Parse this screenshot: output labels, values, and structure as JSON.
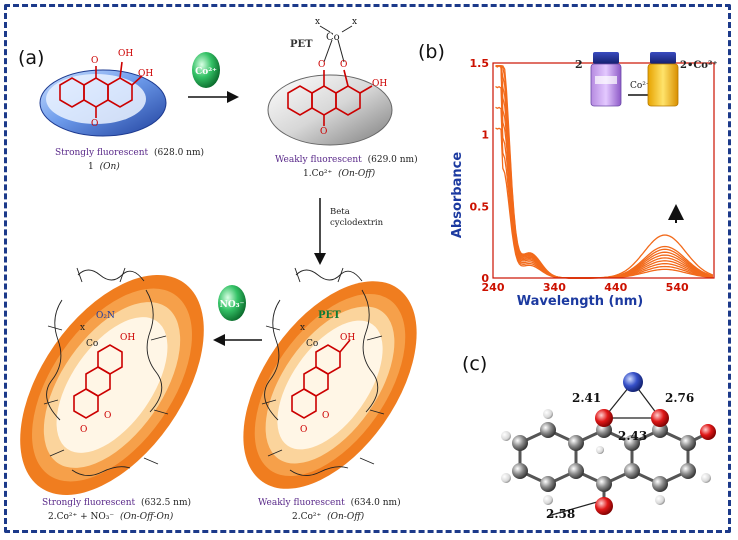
{
  "panels": {
    "a": "(a)",
    "b": "(b)",
    "c": "(c)"
  },
  "scheme": {
    "molecule1": {
      "caption_main": "Strongly fluorescent",
      "caption_nm": "(628.0 nm)",
      "label_num": "1",
      "label_state": "(On)",
      "oh_top": "OH",
      "oh_side": "OH"
    },
    "reagent_co": "Co²⁺",
    "molecule1co": {
      "caption_main": "Weakly fluorescent",
      "caption_nm": "(629.0 nm)",
      "label_num": "1.Co²⁺",
      "label_state": "(On-Off)",
      "pet": "PET",
      "x_left": "x",
      "x_right": "x",
      "co": "Co"
    },
    "beta_step": {
      "line1": "Beta",
      "line2": "cyclodextrin"
    },
    "complex2co": {
      "caption_main": "Weakly fluorescent",
      "caption_nm": "(634.0 nm)",
      "label_num": "2.Co²⁺",
      "label_state": "(On-Off)",
      "pet": "PET"
    },
    "reagent_no3": "NO₃⁻",
    "complex_no3": {
      "caption_main": "Strongly fluorescent",
      "caption_nm": "(632.5 nm)",
      "label_num": "2.Co²⁺ + NO₃⁻",
      "label_state": "(On-Off-On)",
      "o2n": "O₂N"
    }
  },
  "inset": {
    "vial_left": "2",
    "vial_arrow_label": "Co²⁺",
    "vial_right": "2•Co²⁺"
  },
  "structure_c": {
    "d1": "2.41",
    "d2": "2.76",
    "d3": "2.43",
    "d4": "2.58"
  },
  "chart_data": {
    "type": "line",
    "title": "",
    "xlabel": "Wavelength (nm)",
    "ylabel": "Absorbance",
    "xlim": [
      240,
      600
    ],
    "ylim": [
      0,
      1.5
    ],
    "xticks": [
      "240",
      "340",
      "440",
      "540"
    ],
    "yticks": [
      "0",
      "0.5",
      "1",
      "1.5"
    ],
    "series_count": 10,
    "peak1_nm": 256,
    "peak2_nm": 520,
    "peak1_values": [
      0.72,
      0.82,
      0.92,
      1.02,
      1.1,
      1.18,
      1.25,
      1.32,
      1.38,
      1.43
    ],
    "peak2_values": [
      0.06,
      0.08,
      0.1,
      0.12,
      0.14,
      0.16,
      0.18,
      0.2,
      0.22,
      0.3
    ],
    "color": "#f26a1b"
  }
}
